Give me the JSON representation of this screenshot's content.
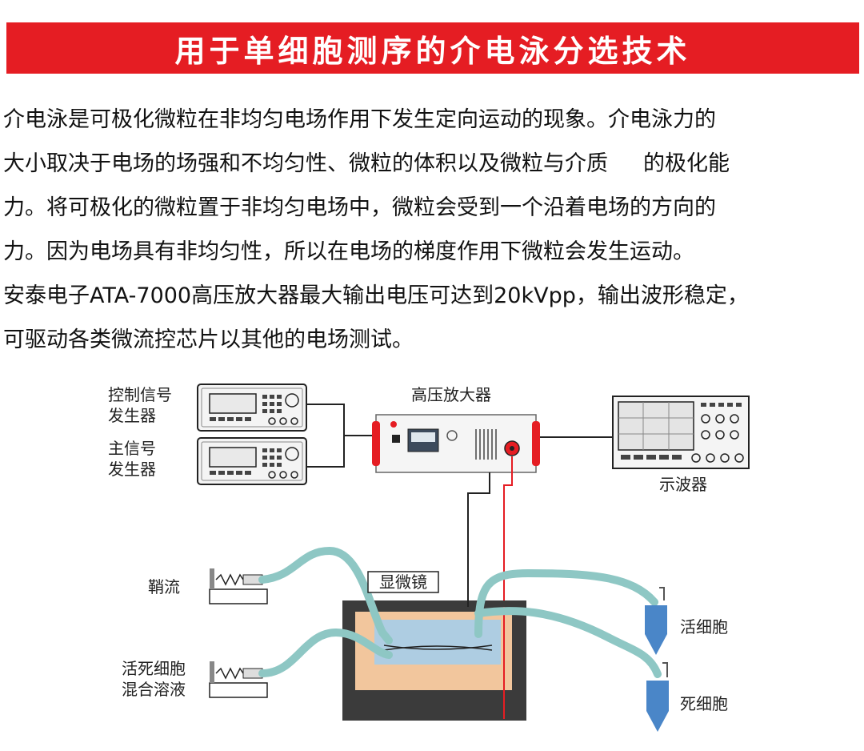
{
  "header": {
    "title": "用于单细胞测序的介电泳分选技术"
  },
  "intro": {
    "lines": [
      "介电泳是可极化微粒在非均匀电场作用下发生定向运动的现象。介电泳力的",
      "大小取决于电场的场强和不均匀性、微粒的体积以及微粒与介质",
      "的极化能",
      "力。将可极化的微粒置于非均匀电场中，微粒会受到一个沿着电场的方向的",
      "力。因为电场具有非均匀性，所以在电场的梯度作用下微粒会发生运动。"
    ]
  },
  "product": {
    "lines": [
      "安泰电子ATA-7000高压放大器最大输出电压可达到20kVpp，输出波形稳定，",
      "可驱动各类微流控芯片以其他的电场测试。"
    ]
  },
  "diagram": {
    "labels": {
      "control_gen_1": "控制信号",
      "control_gen_2": "发生器",
      "main_gen_1": "主信号",
      "main_gen_2": "发生器",
      "amplifier": "高压放大器",
      "oscilloscope": "示波器",
      "sheath": "鞘流",
      "microscope": "显微镜",
      "mix_1": "活死细胞",
      "mix_2": "混合溶液",
      "live": "活细胞",
      "dead": "死细胞"
    },
    "colors": {
      "red": "#e51d23",
      "tube": "#8ec7c4",
      "chip_frame": "#3b3b3b",
      "chip_orange": "#f2c69d",
      "chip_blue": "#aecde2",
      "vial_blue": "#4a86c8"
    }
  }
}
